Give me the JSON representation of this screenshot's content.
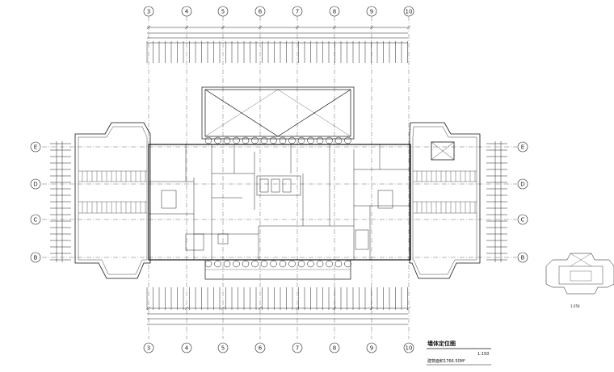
{
  "drawing": {
    "title": "墙体定位图",
    "scale": "1:150",
    "area_note": "建筑面积1766.50M²",
    "keyplan_scale": "1:250"
  },
  "grid": {
    "columns": [
      "3",
      "4",
      "5",
      "6",
      "7",
      "8",
      "9",
      "10"
    ],
    "rows": [
      "E",
      "D",
      "C",
      "B"
    ]
  }
}
